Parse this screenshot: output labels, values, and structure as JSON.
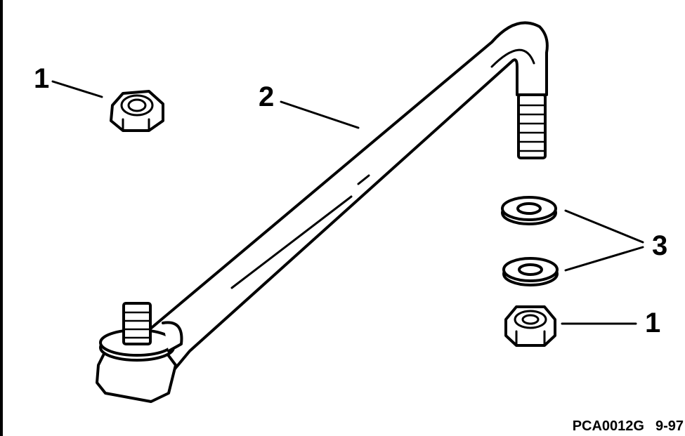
{
  "callouts": {
    "nut_left": "1",
    "rod": "2",
    "washers": "3",
    "nut_right": "1"
  },
  "reference": {
    "code": "PCA0012G",
    "date": "9-97"
  },
  "colors": {
    "ink": "#000000",
    "paper": "#ffffff"
  }
}
